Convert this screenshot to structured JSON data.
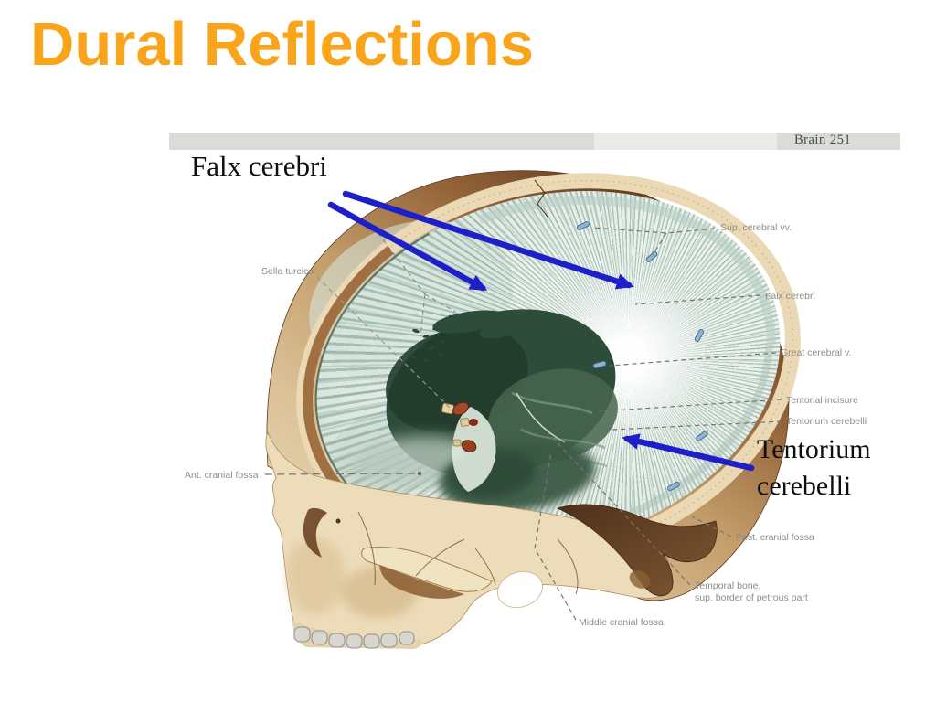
{
  "slide": {
    "title": "Dural Reflections",
    "title_color": "#F9A41B",
    "arrow_color": "#1D1FC9",
    "annotation_falx": "Falx cerebri",
    "annotation_tentorium_line1": "Tentorium",
    "annotation_tentorium_line2": "cerebelli"
  },
  "figure": {
    "page_header": "Brain 251",
    "header_color": "#3F4F45",
    "label_color": "#8D8D86",
    "labels": {
      "sella": "Sella turcica",
      "sup_cerebral": "Sup. cerebral vv.",
      "falx": "Falx cerebri",
      "great_cerebral": "Great cerebral v.",
      "tentorial_incisure": "Tentorial incisure",
      "tentorium": "Tentorium cerebelli",
      "post_fossa": "Post. cranial fossa",
      "temporal_1": "Temporal bone,",
      "temporal_2": "sup. border of petrous part",
      "middle_fossa": "Middle cranial fossa",
      "ant_fossa": "Ant. cranial fossa"
    }
  }
}
